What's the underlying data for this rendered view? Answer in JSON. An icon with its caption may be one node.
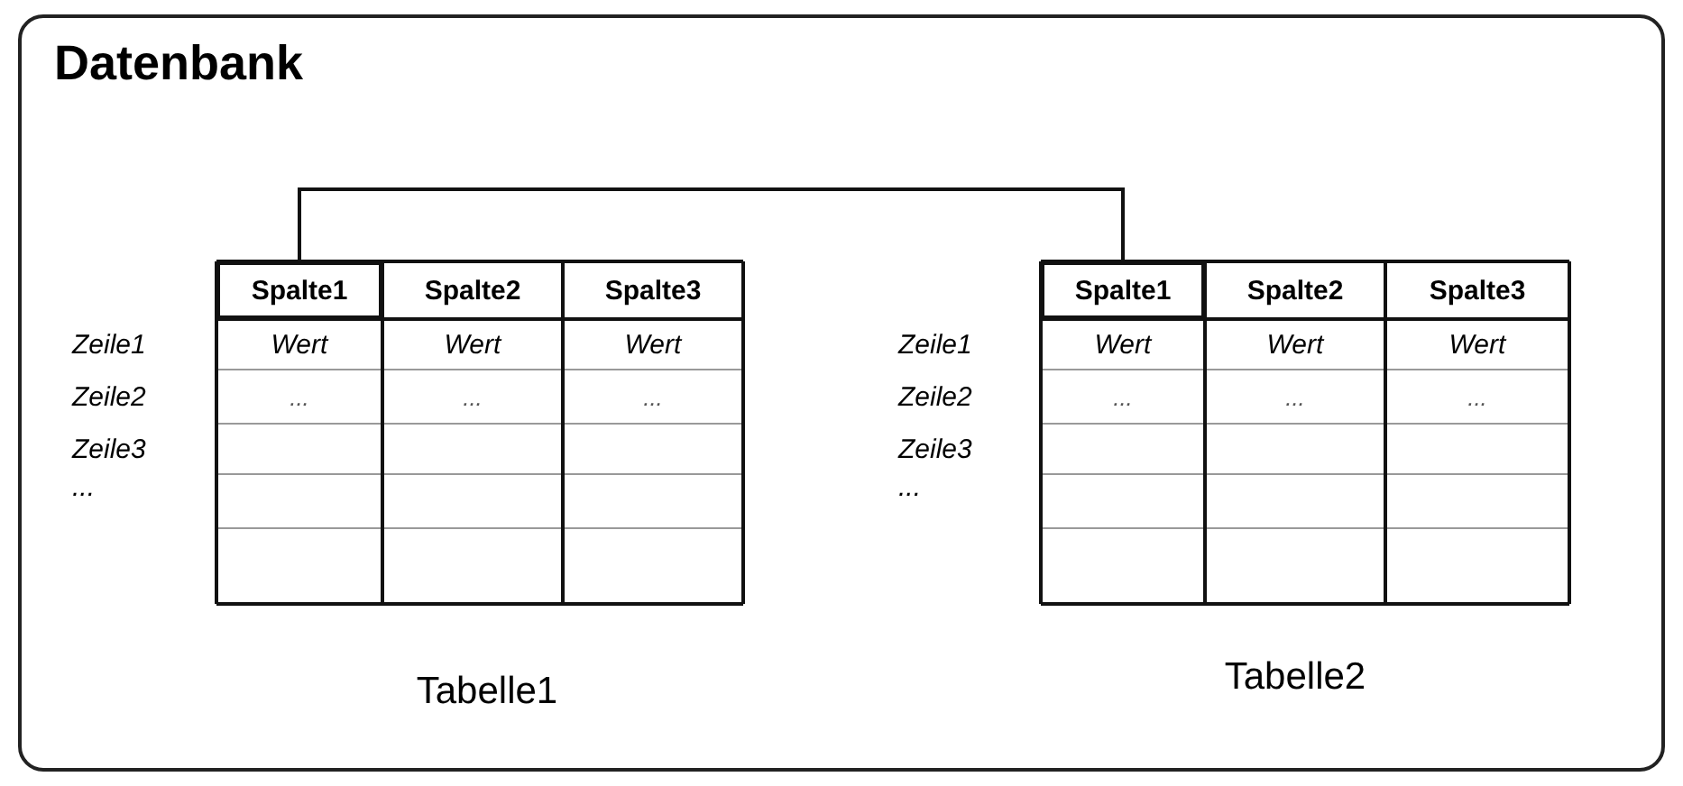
{
  "diagram": {
    "nodes": [
      {
        "text": [
          "Datenbank"
        ]
      },
      {
        "text": [
          "Spalte1"
        ],
        "in": 0
      },
      {
        "text": [
          "Spalte1"
        ],
        "in": 0
      }
    ],
    "edges": [
      {
        "from": 1,
        "to": 2,
        "arrow": "none"
      }
    ],
    "labels": [
      "Spalte2",
      "Spalte3",
      "Zeile1",
      "Wert",
      "Wert",
      "Wert",
      "Zeile2",
      "...",
      "...",
      "...",
      "Zeile3",
      "...",
      "Tabelle1",
      "Spalte2",
      "Spalte3",
      "Zeile1",
      "Wert",
      "Wert",
      "Wert",
      "Zeile2",
      "...",
      "...",
      "...",
      "Zeile3",
      "...",
      "Tabelle2"
    ]
  }
}
